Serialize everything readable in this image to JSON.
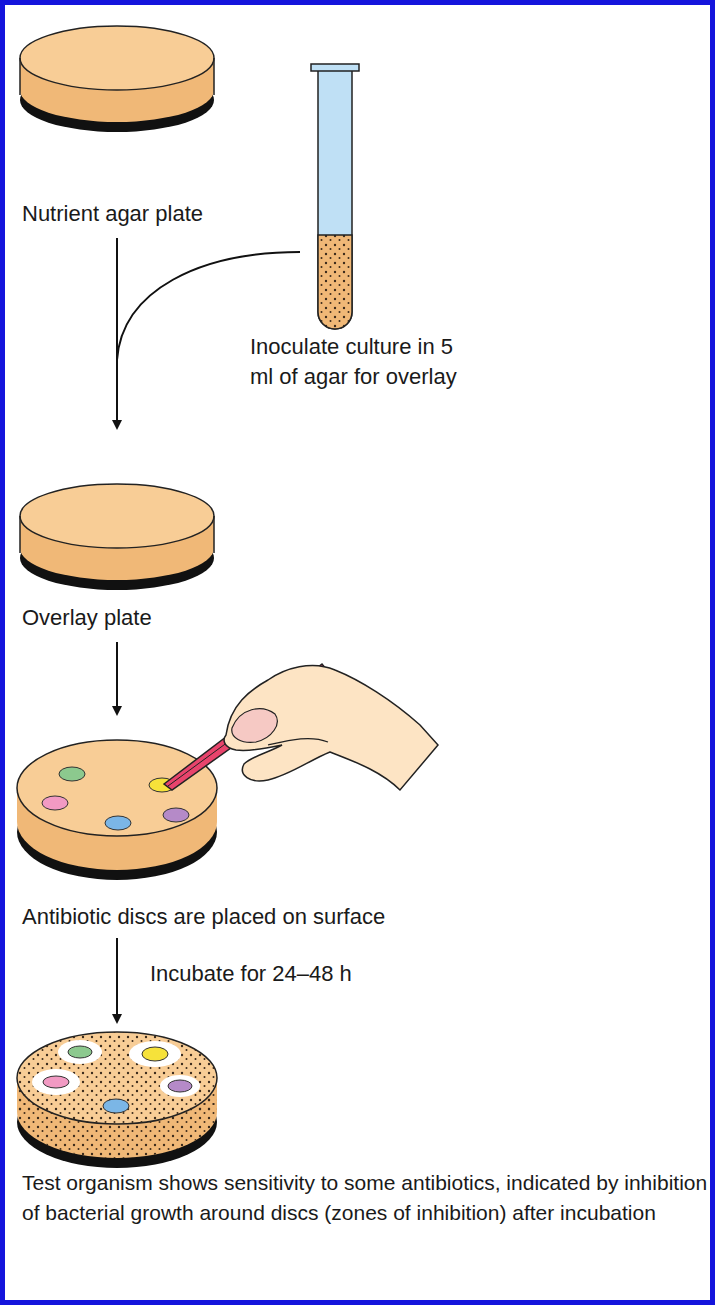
{
  "diagram": {
    "labels": [
      "Nutrient agar plate",
      "Inoculate culture in 5 ml of agar for overlay",
      "Overlay plate",
      "Antibiotic discs are placed on surface",
      "Incubate for 24–48 h",
      "Test organism shows sensitivity to some antibiotics, indicated by inhibition of bacterial growth around discs (zones of inhibition) after incubation"
    ]
  }
}
